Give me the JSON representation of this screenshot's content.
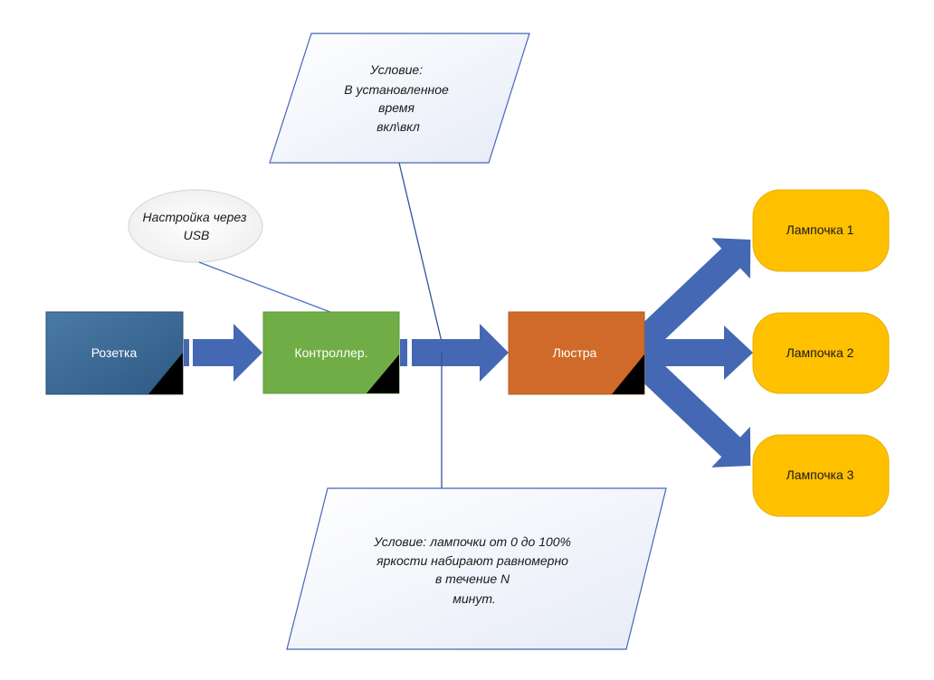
{
  "diagram": {
    "socket": {
      "label": "Розетка",
      "color": "#3c6a94"
    },
    "controller": {
      "label": "Контроллер.",
      "color": "#70ad47"
    },
    "chandelier": {
      "label": "Люстра",
      "color": "#d06a2a"
    },
    "bulbs": [
      {
        "label": "Лампочка 1"
      },
      {
        "label": "Лампочка 2"
      },
      {
        "label": "Лампочка 3"
      }
    ],
    "bulb_color": "#ffc000",
    "arrow_color": "#4468b4",
    "usb_note": {
      "lines": [
        "Настройка через",
        "USB"
      ]
    },
    "top_condition": {
      "lines": [
        "Условие:",
        "В установленное",
        "время",
        "вкл\\вкл"
      ]
    },
    "bottom_condition": {
      "lines": [
        "Условие: лампочки от 0 до 100%",
        "яркости набирают равномерно",
        "в течение N",
        "минут."
      ]
    }
  }
}
